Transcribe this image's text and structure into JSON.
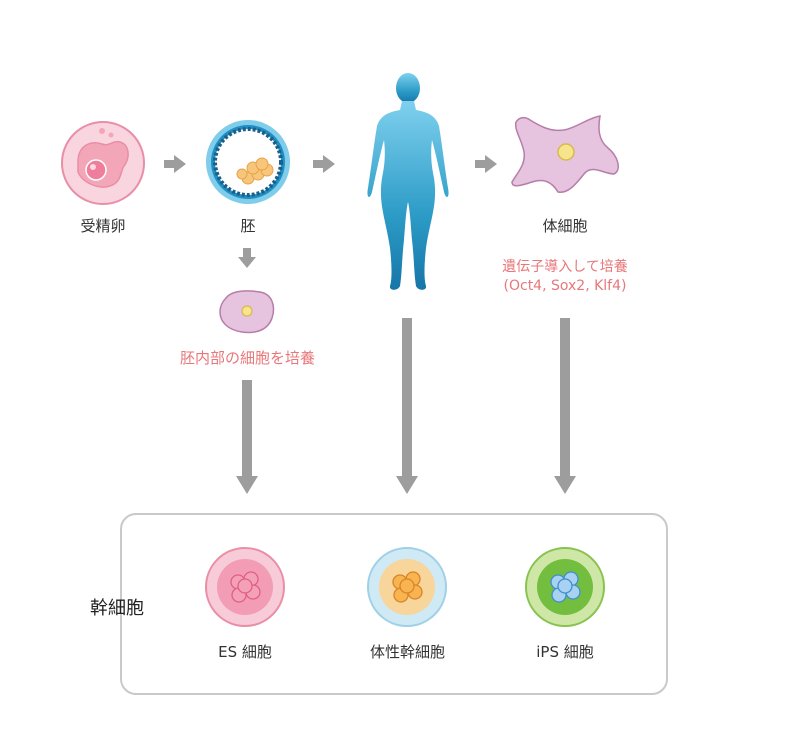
{
  "stages": {
    "fertilized_egg": "受精卵",
    "embryo": "胚",
    "somatic_cell": "体細胞"
  },
  "notes": {
    "es_culture": "胚内部の細胞を培養",
    "ips_gene": "遺伝子導入して培養",
    "ips_factors": "(Oct4, Sox2, Klf4)"
  },
  "stem_group": {
    "title": "幹細胞",
    "es": "ES 細胞",
    "somatic_stem": "体性幹細胞",
    "ips": "iPS 細胞"
  },
  "colors": {
    "arrow": "#9d9d9d",
    "note_text": "#e8777a",
    "egg_pink": "#f3a6b8",
    "embryo_blue": "#2a9fd0",
    "human_blue": "#2e9bc6",
    "somatic_purple": "#e3bfdc",
    "es_pink": "#f08aa5",
    "somatic_stem_orange": "#f7b04a",
    "ips_green": "#74be3f"
  }
}
